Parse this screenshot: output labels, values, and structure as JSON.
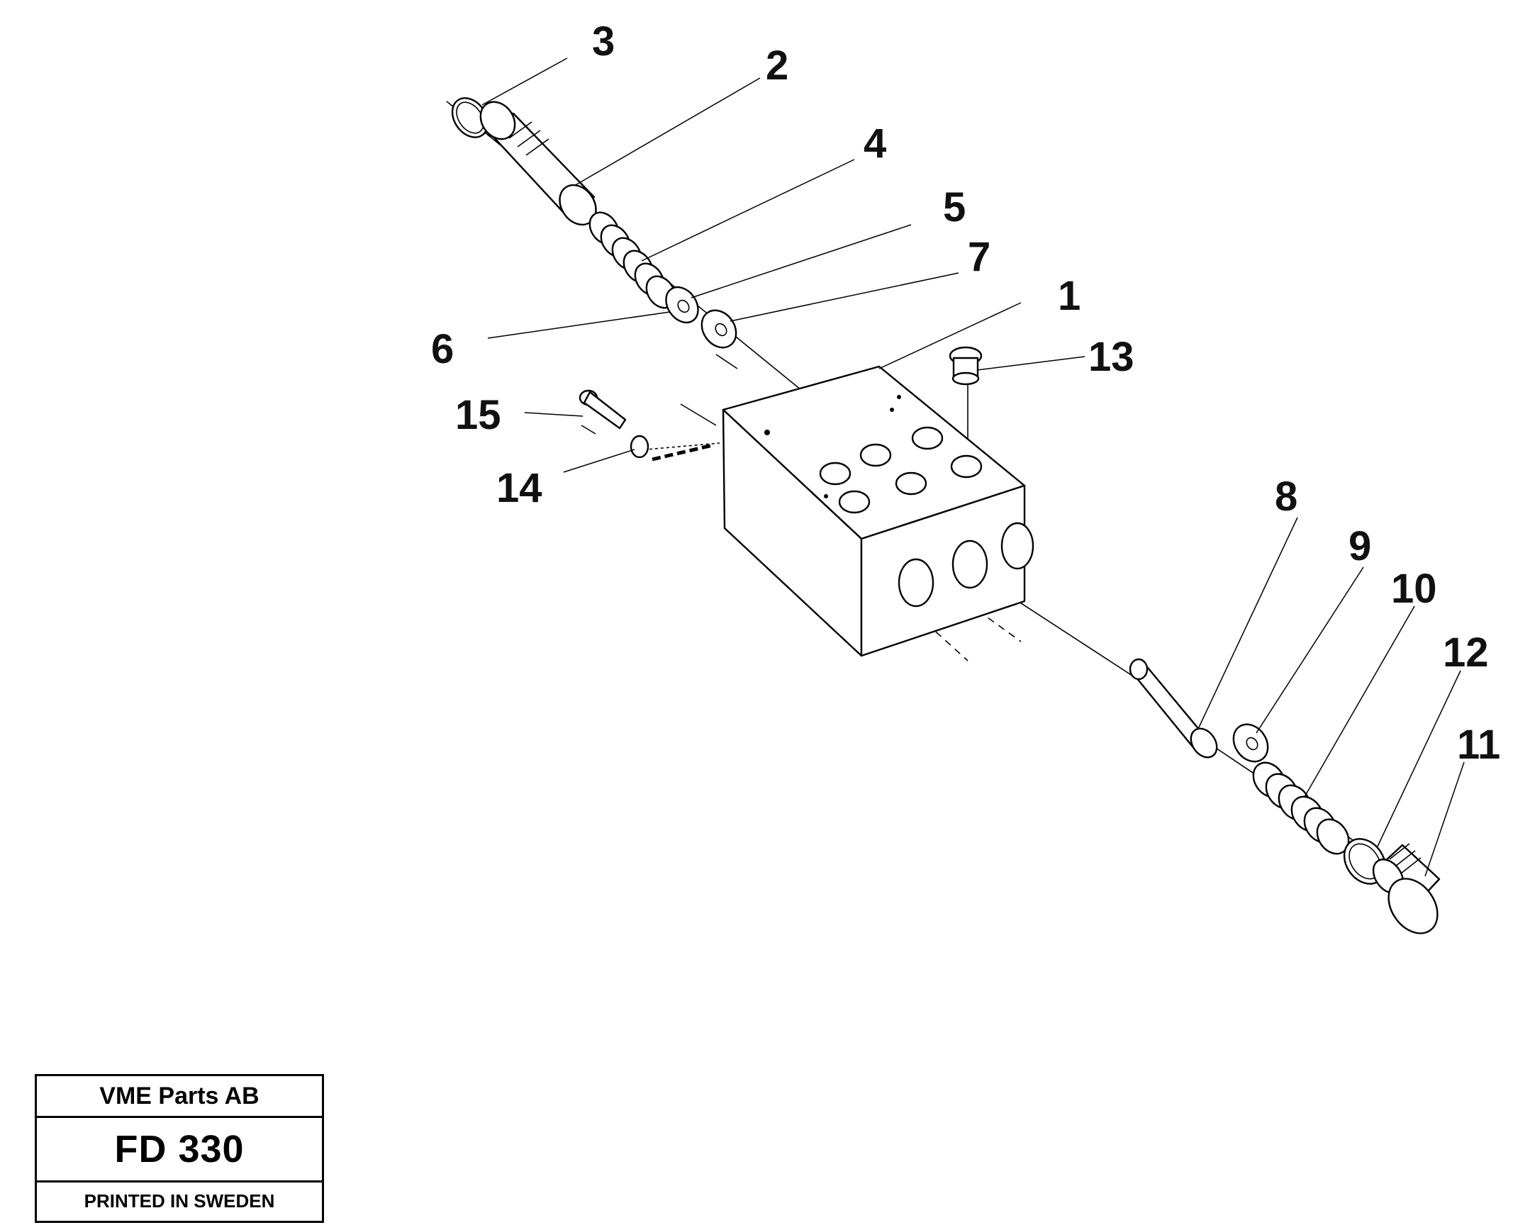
{
  "diagram": {
    "callouts": [
      {
        "number": "3"
      },
      {
        "number": "2"
      },
      {
        "number": "4"
      },
      {
        "number": "5"
      },
      {
        "number": "7"
      },
      {
        "number": "1"
      },
      {
        "number": "6"
      },
      {
        "number": "13"
      },
      {
        "number": "15"
      },
      {
        "number": "14"
      },
      {
        "number": "8"
      },
      {
        "number": "9"
      },
      {
        "number": "10"
      },
      {
        "number": "12"
      },
      {
        "number": "11"
      }
    ]
  },
  "title_block": {
    "company": "VME Parts AB",
    "drawing_number": "FD 330",
    "printed": "PRINTED IN SWEDEN"
  }
}
